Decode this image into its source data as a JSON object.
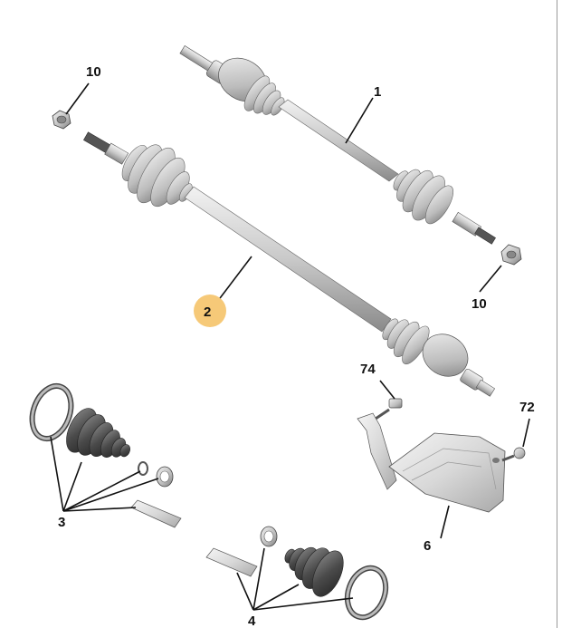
{
  "callouts": {
    "c1": "1",
    "c2": "2",
    "c10a": "10",
    "c10b": "10",
    "c74": "74",
    "c72": "72",
    "c6": "6",
    "c3": "3",
    "c4": "4"
  },
  "colors": {
    "highlight": "#f6c978",
    "metal_light": "#e6e6e6",
    "metal_mid": "#bdbdbd",
    "metal_dark": "#6f6f6f",
    "boot_dark": "#3a3a3a",
    "line": "#111111"
  }
}
